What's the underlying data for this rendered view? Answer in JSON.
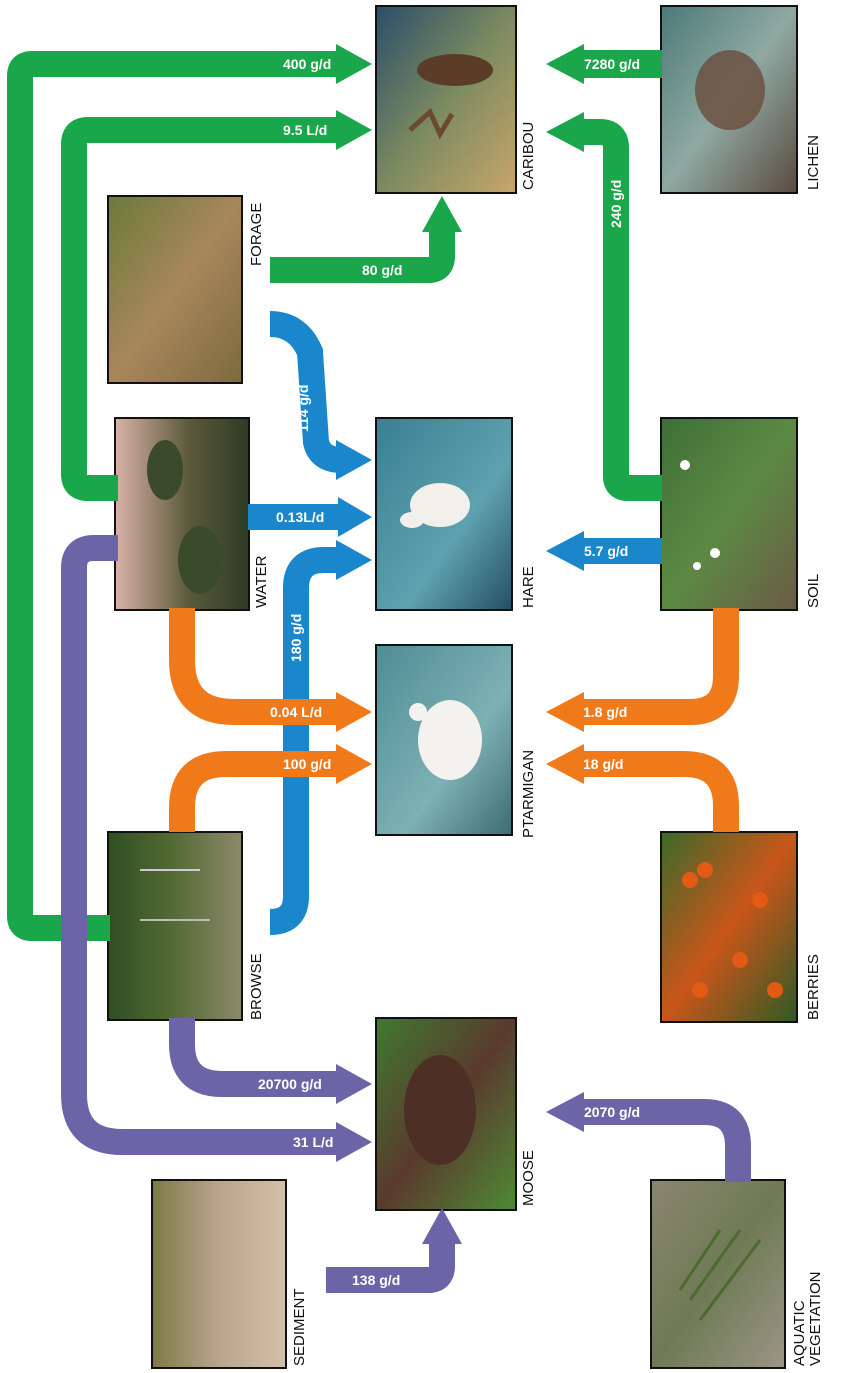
{
  "colors": {
    "caribou_flow": "#1aa64a",
    "hare_flow": "#1a87cc",
    "ptarmigan_flow": "#f07a1a",
    "moose_flow": "#6b65a8"
  },
  "nodes": {
    "caribou": "CARIBOU",
    "lichen": "LICHEN",
    "forage": "FORAGE",
    "water": "WATER",
    "hare": "HARE",
    "soil": "SOIL",
    "ptarmigan": "PTARMIGAN",
    "browse": "BROWSE",
    "berries": "BERRIES",
    "moose": "MOOSE",
    "sediment": "SEDIMENT",
    "aquatic_line1": "AQUATIC",
    "aquatic_line2": "VEGETATION"
  },
  "flows": {
    "browse_caribou": "400 g/d",
    "water_caribou": "9.5 L/d",
    "lichen_caribou": "7280 g/d",
    "soil_caribou": "240 g/d",
    "forage_caribou": "80 g/d",
    "forage_hare": "114 g/d",
    "water_hare": "0.13L/d",
    "browse_hare": "180 g/d",
    "soil_hare": "5.7 g/d",
    "water_ptarmigan": "0.04 L/d",
    "soil_ptarmigan": "1.8 g/d",
    "browse_ptarmigan": "100 g/d",
    "berries_ptarmigan": "18 g/d",
    "browse_moose": "20700 g/d",
    "water_moose": "31 L/d",
    "aquatic_moose": "2070 g/d",
    "sediment_moose": "138 g/d"
  }
}
